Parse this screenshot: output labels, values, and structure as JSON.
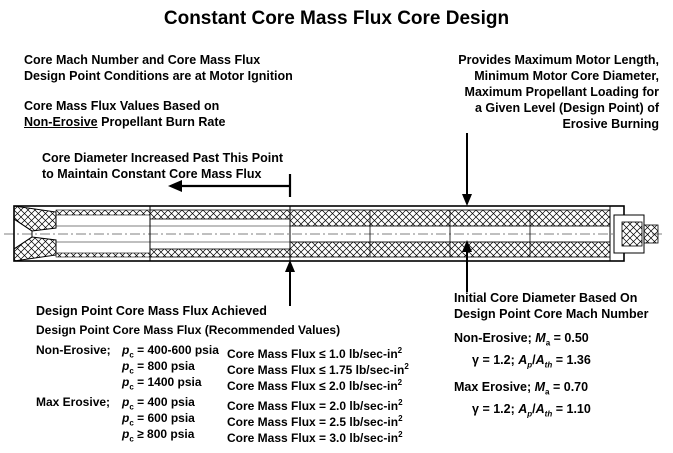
{
  "title": "Constant Core Mass Flux Core Design",
  "notes": {
    "ignition_line1": "Core Mach Number and Core Mass Flux",
    "ignition_line2": "Design Point Conditions are at Motor Ignition",
    "mass_flux_line1": "Core Mass Flux Values Based on",
    "mass_flux_underlined": "Non-Erosive",
    "mass_flux_line2_rest": " Propellant Burn Rate",
    "provides_lines": [
      "Provides Maximum Motor Length,",
      "Minimum Motor Core Diameter,",
      "Maximum Propellant Loading for",
      "a Given Level (Design Point) of",
      "Erosive Burning"
    ],
    "core_increase_line1": "Core Diameter Increased Past This Point",
    "core_increase_line2": "to Maintain Constant Core Mass Flux",
    "design_point_achieved": "Design Point Core Mass Flux Achieved",
    "initial_core_line1": "Initial Core Diameter Based On",
    "initial_core_line2": "Design Point Core Mach Number"
  },
  "recommended": {
    "heading": "Design Point Core Mass Flux (Recommended Values)",
    "groups": [
      {
        "label": "Non-Erosive;",
        "rows": [
          {
            "pc": "= 400-600 psia",
            "flux": "Core Mass Flux ≤ 1.0 lb/sec-in"
          },
          {
            "pc": "= 800 psia",
            "flux": "Core Mass Flux ≤ 1.75 lb/sec-in"
          },
          {
            "pc": "= 1400 psia",
            "flux": "Core Mass Flux ≤ 2.0 lb/sec-in"
          }
        ]
      },
      {
        "label": "Max Erosive;",
        "rows": [
          {
            "pc": "= 400 psia",
            "flux": "Core Mass Flux = 2.0 lb/sec-in"
          },
          {
            "pc": "= 600 psia",
            "flux": "Core Mass Flux = 2.5 lb/sec-in"
          },
          {
            "pc": "≥ 800 psia",
            "flux": "Core Mass Flux = 3.0 lb/sec-in"
          }
        ]
      }
    ]
  },
  "mach": {
    "non_erosive_label": "Non-Erosive;",
    "non_erosive_ma": "= 0.50",
    "non_erosive_gamma": "= 1.2;",
    "non_erosive_area": "= 1.36",
    "max_erosive_label": "Max Erosive;",
    "max_erosive_ma": "= 0.70",
    "max_erosive_gamma": "= 1.2;",
    "max_erosive_area": "= 1.10"
  }
}
